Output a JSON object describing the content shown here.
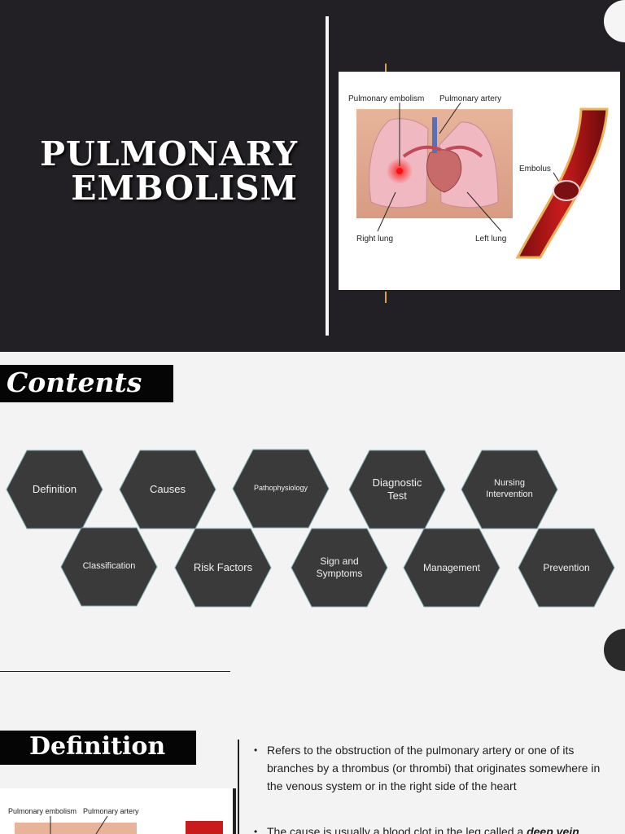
{
  "slide1": {
    "title_line1": "PULMONARY",
    "title_line2": "EMBOLISM",
    "figure": {
      "label_pe": "Pulmonary embolism",
      "label_pa": "Pulmonary artery",
      "label_embolus": "Embolus",
      "label_right_lung": "Right lung",
      "label_left_lung": "Left lung"
    }
  },
  "slide2": {
    "heading": "Contents",
    "topics": [
      "Definition",
      "Causes",
      "Pathophysiology",
      "Diagnostic Test",
      "Nursing Intervention",
      "Classification",
      "Risk Factors",
      "Sign and Symptoms",
      "Management",
      "Prevention"
    ]
  },
  "slide3": {
    "heading": "Definition",
    "figure_label_pe": "Pulmonary embolism",
    "figure_label_pa": "Pulmonary artery",
    "bullet1": "Refers to the obstruction of the pulmonary artery or one of its branches by a thrombus (or thrombi) that originates somewhere in the venous system or in the right side of the heart",
    "bullet2_prefix": "The cause is usually a blood clot in the leg called a ",
    "bullet2_emph": "deep vein"
  },
  "colors": {
    "dark_bg": "#222024",
    "hexagon_fill": "#3a3a3a",
    "hexagon_outline": "#7ea7ad",
    "label_bar": "#050505",
    "accent_gold": "#d9a441",
    "vessel_red": "#b21515"
  }
}
